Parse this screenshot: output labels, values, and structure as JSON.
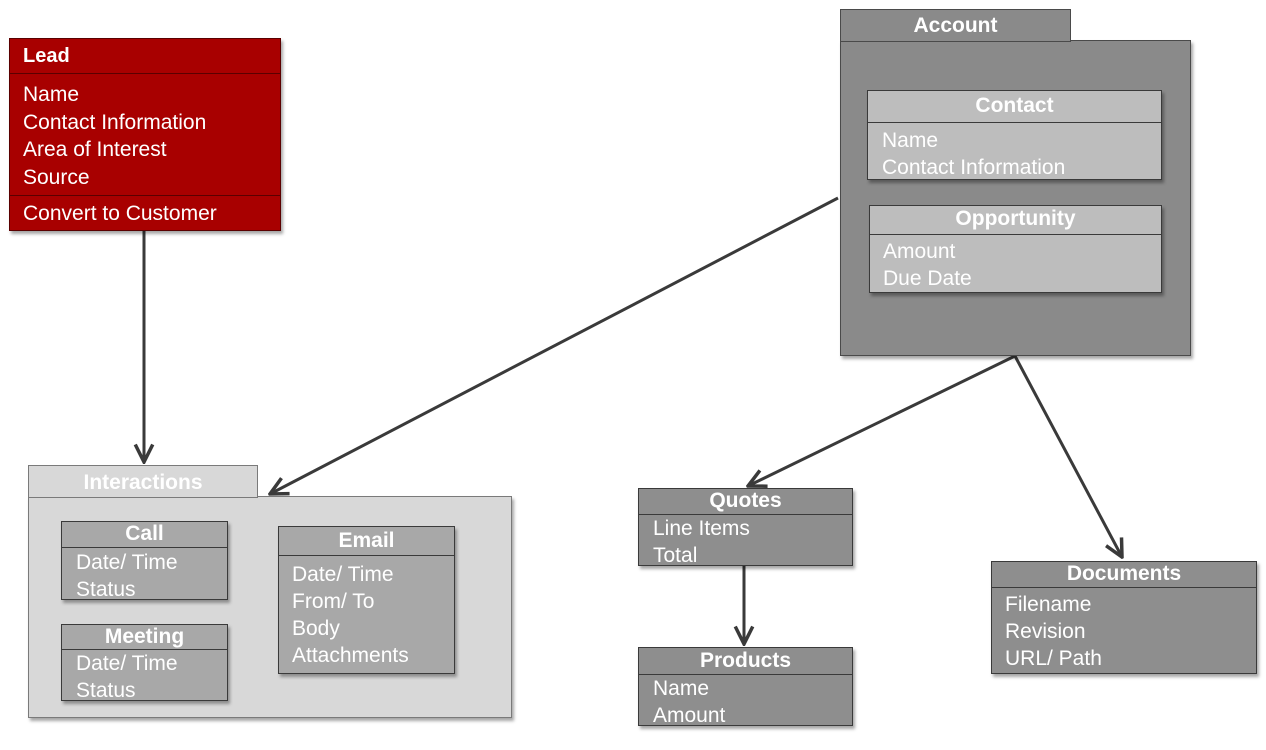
{
  "lead": {
    "title": "Lead",
    "attributes": [
      "Name",
      "Contact Information",
      "Area of Interest",
      "Source"
    ],
    "operation": "Convert to Customer"
  },
  "account": {
    "title": "Account",
    "contact": {
      "title": "Contact",
      "attributes": [
        "Name",
        "Contact Information"
      ]
    },
    "opportunity": {
      "title": "Opportunity",
      "attributes": [
        "Amount",
        "Due Date"
      ]
    }
  },
  "interactions": {
    "title": "Interactions",
    "call": {
      "title": "Call",
      "attributes": [
        "Date/ Time",
        "Status"
      ]
    },
    "meeting": {
      "title": "Meeting",
      "attributes": [
        "Date/ Time",
        "Status"
      ]
    },
    "email": {
      "title": "Email",
      "attributes": [
        "Date/ Time",
        "From/ To",
        "Body",
        "Attachments"
      ]
    }
  },
  "quotes": {
    "title": "Quotes",
    "attributes": [
      "Line Items",
      "Total"
    ]
  },
  "products": {
    "title": "Products",
    "attributes": [
      "Name",
      "Amount"
    ]
  },
  "documents": {
    "title": "Documents",
    "attributes": [
      "Filename",
      "Revision",
      "URL/ Path"
    ]
  },
  "colors": {
    "lead_fill": "#a80000",
    "package_fill": "#8a8a8a",
    "interactions_fill": "#d8d8d8",
    "class_fill": "#a8a8a8",
    "arrow": "#3a3a3a"
  }
}
